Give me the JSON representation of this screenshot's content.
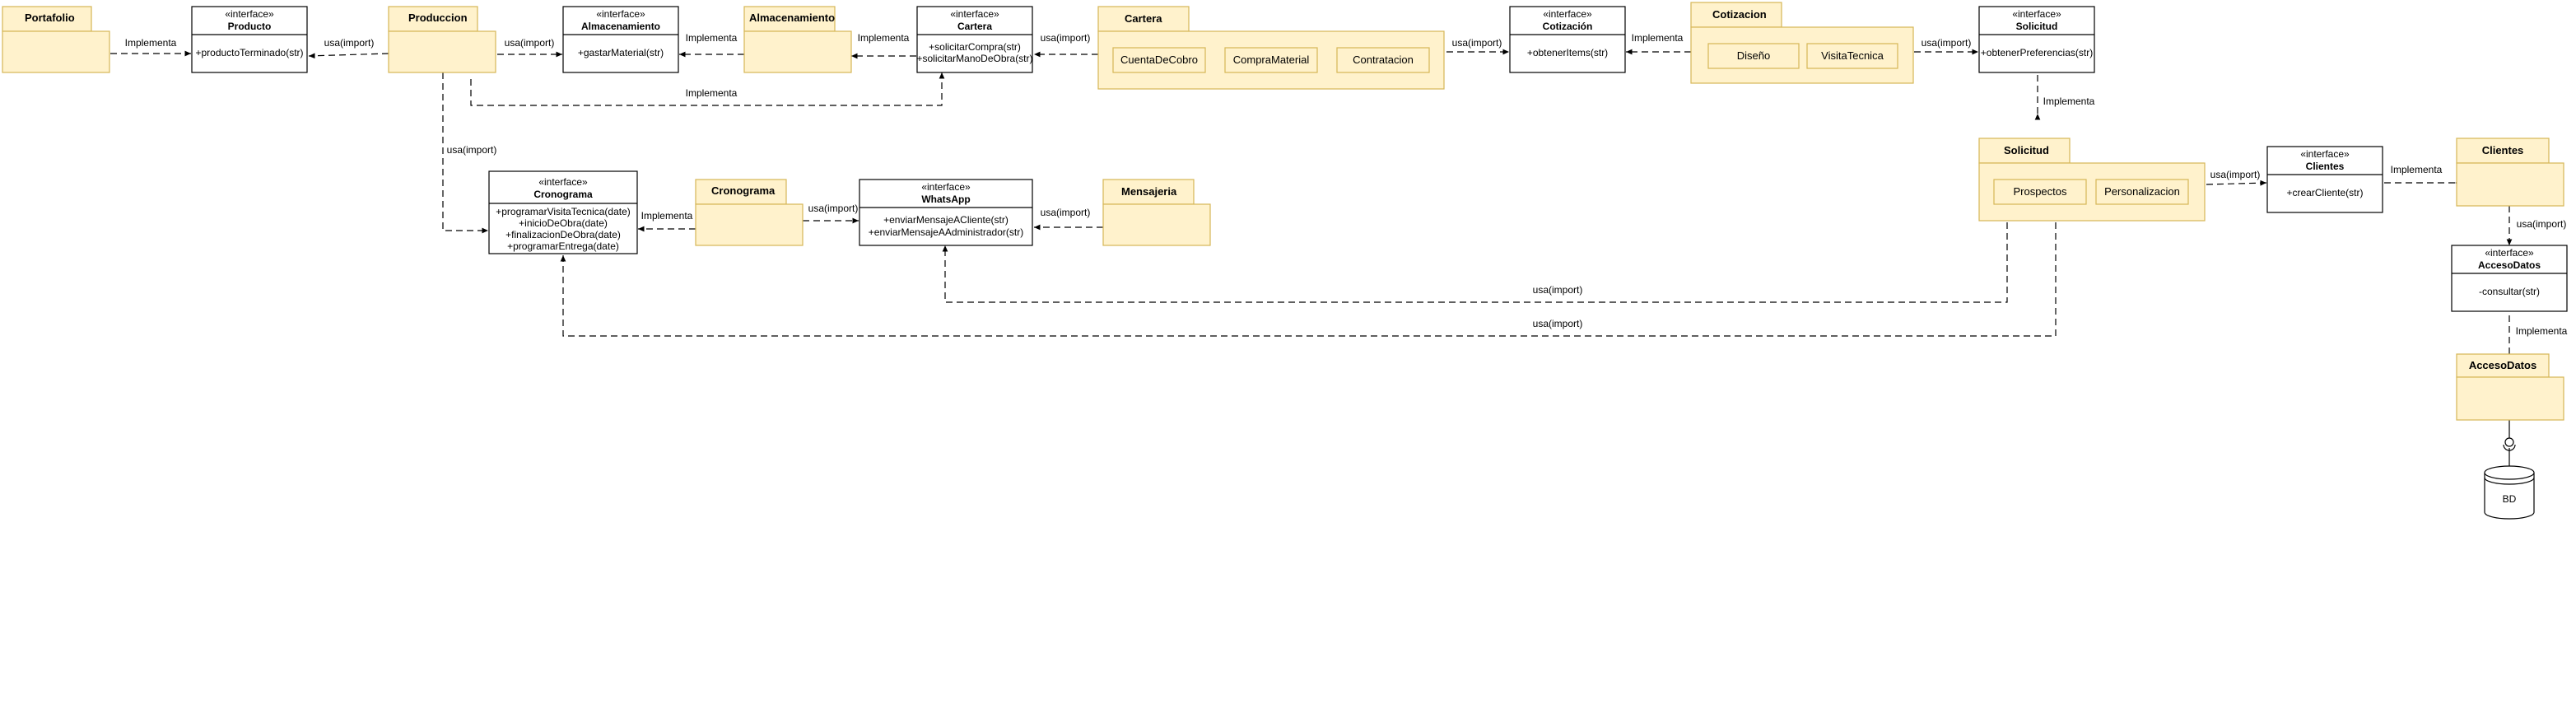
{
  "packages": {
    "portafolio": {
      "title": "Portafolio"
    },
    "produccion": {
      "title": "Produccion"
    },
    "almacenamiento": {
      "title": "Almacenamiento"
    },
    "cartera": {
      "title": "Cartera",
      "items": [
        "CuentaDeCobro",
        "CompraMaterial",
        "Contratacion"
      ]
    },
    "cotizacion": {
      "title": "Cotizacion",
      "items": [
        "Diseño",
        "VisitaTecnica"
      ]
    },
    "solicitud": {
      "title": "Solicitud",
      "items": [
        "Prospectos",
        "Personalizacion"
      ]
    },
    "cronograma": {
      "title": "Cronograma"
    },
    "mensajeria": {
      "title": "Mensajeria"
    },
    "clientes": {
      "title": "Clientes"
    },
    "accesodatos": {
      "title": "AccesoDatos"
    }
  },
  "interfaces": {
    "producto": {
      "stereotype": "«interface»",
      "name": "Producto",
      "methods": [
        "+productoTerminado(str)"
      ]
    },
    "almacenamiento": {
      "stereotype": "«interface»",
      "name": "Almacenamiento",
      "methods": [
        "+gastarMaterial(str)"
      ]
    },
    "cartera": {
      "stereotype": "«interface»",
      "name": "Cartera",
      "methods": [
        "+solicitarCompra(str)",
        "+solicitarManoDeObra(str)"
      ]
    },
    "cotizacion": {
      "stereotype": "«interface»",
      "name": "Cotización",
      "methods": [
        "+obtenerItems(str)"
      ]
    },
    "solicitud": {
      "stereotype": "«interface»",
      "name": "Solicitud",
      "methods": [
        "+obtenerPreferencias(str)"
      ]
    },
    "cronograma": {
      "stereotype": "«interface»",
      "name": "Cronograma",
      "methods": [
        "+programarVisitaTecnica(date)",
        "+inicioDeObra(date)",
        "+finalizacionDeObra(date)",
        "+programarEntrega(date)"
      ]
    },
    "whatsapp": {
      "stereotype": "«interface»",
      "name": "WhatsApp",
      "methods": [
        "+enviarMensajeACliente(str)",
        "+enviarMensajeAAdministrador(str)"
      ]
    },
    "clientes": {
      "stereotype": "«interface»",
      "name": "Clientes",
      "methods": [
        "+crearCliente(str)"
      ]
    },
    "accesodatos": {
      "stereotype": "«interface»",
      "name": "AccesoDatos",
      "methods": [
        "-consultar(str)"
      ]
    }
  },
  "database": {
    "label": "BD"
  },
  "connectors": {
    "implementa": "Implementa",
    "usa_import": "usa(import)"
  }
}
